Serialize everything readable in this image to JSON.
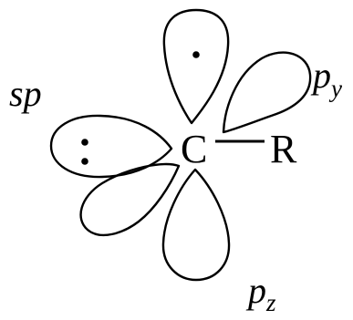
{
  "diagram": {
    "atoms": {
      "carbon": "C",
      "substituent": "R"
    },
    "orbital_labels": {
      "sp": "sp",
      "py_base": "p",
      "py_sub": "y",
      "pz_base": "p",
      "pz_sub": "z"
    },
    "electrons": {
      "sp_lobe": 2,
      "top_lobe": 1
    },
    "colors": {
      "stroke": "#000000",
      "background": "#ffffff"
    }
  }
}
